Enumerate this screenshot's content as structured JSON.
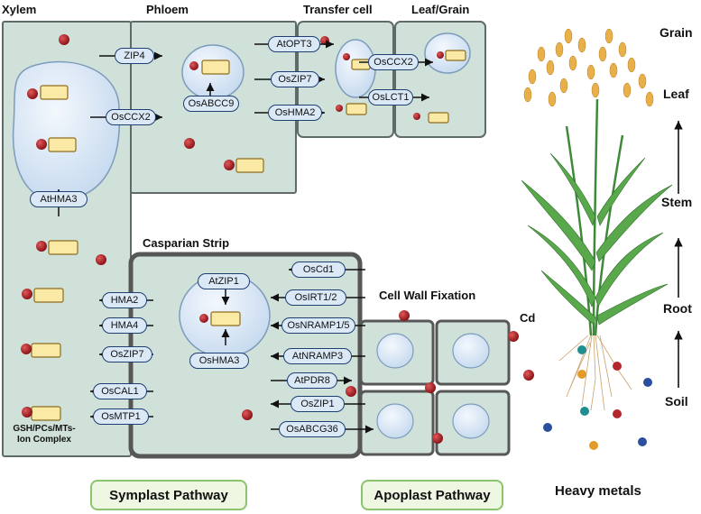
{
  "headers": {
    "xylem": "Xylem",
    "phloem": "Phloem",
    "transfer_cell": "Transfer cell",
    "leaf_grain": "Leaf/Grain",
    "casparian_strip": "Casparian Strip",
    "cell_wall_fixation": "Cell Wall Fixation"
  },
  "transporters": {
    "zip4": "ZIP4",
    "osccx2_left": "OsCCX2",
    "osabcc9": "OsABCC9",
    "athma3_xylem": "AtHMA3",
    "atopt3": "AtOPT3",
    "oszip7_top": "OsZIP7",
    "oshma2": "OsHMA2",
    "osccx2_leaf": "OsCCX2",
    "oslct1": "OsLCT1",
    "atzip1": "AtZIP1",
    "oshma3": "OsHMA3",
    "oscd1": "OsCd1",
    "osirt12": "OsIRT1/2",
    "osnramp15": "OsNRAMP1/5",
    "atnramp3": "AtNRAMP3",
    "atpdr8": "AtPDR8",
    "oszip1": "OsZIP1",
    "osabcg36": "OsABCG36",
    "hma2": "HMA2",
    "hma4": "HMA4",
    "oszip7_left": "OsZIP7",
    "oscal1": "OsCAL1",
    "osmtp1": "OsMTP1"
  },
  "complex_label": "GSH/PCs/MTs-\nIon Complex",
  "cd_label": "Cd",
  "pathways": {
    "symplast": "Symplast Pathway",
    "apoplast": "Apoplast  Pathway"
  },
  "plant_stages": {
    "grain": "Grain",
    "leaf": "Leaf",
    "stem": "Stem",
    "root": "Root",
    "soil": "Soil"
  },
  "heavy_metals": "Heavy metals",
  "colors": {
    "cell_fill": "#cfe1d9",
    "cell_border": "#5f6b68",
    "vacuole": "#dbe9f7",
    "chip_border": "#1f3f73",
    "metal_red": "#b3262a",
    "complex_box": "#fbe9a6",
    "pathway_green": "#8cc46e"
  }
}
